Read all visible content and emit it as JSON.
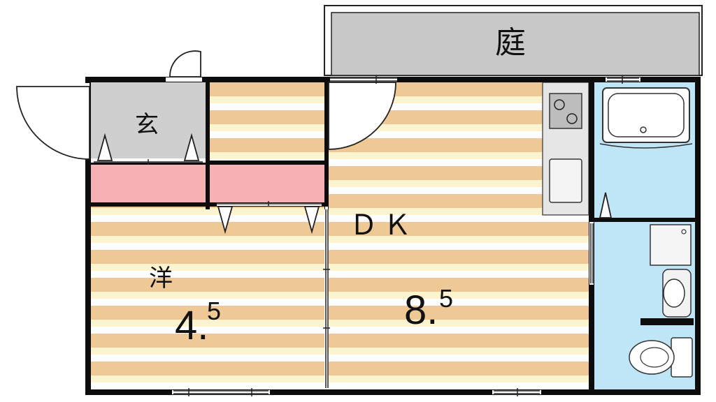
{
  "colors": {
    "wall": "#0d0d0d",
    "floor_stripe_dark": "#efc995",
    "floor_stripe_light": "#fcf3cf",
    "floor_white": "#ffffff",
    "garden": "#c8c8c8",
    "entrance": "#cfcfcf",
    "closet": "#f6b2b2",
    "wet_area": "#bfe6f7",
    "kitchen_counter": "#e6e6e6"
  },
  "labels": {
    "garden": "庭",
    "entrance": "玄",
    "western_room": "洋",
    "western_area_int": "4.",
    "western_area_frac": "5",
    "dk": "ＤＫ",
    "dk_area_int": "8.",
    "dk_area_frac": "5"
  }
}
